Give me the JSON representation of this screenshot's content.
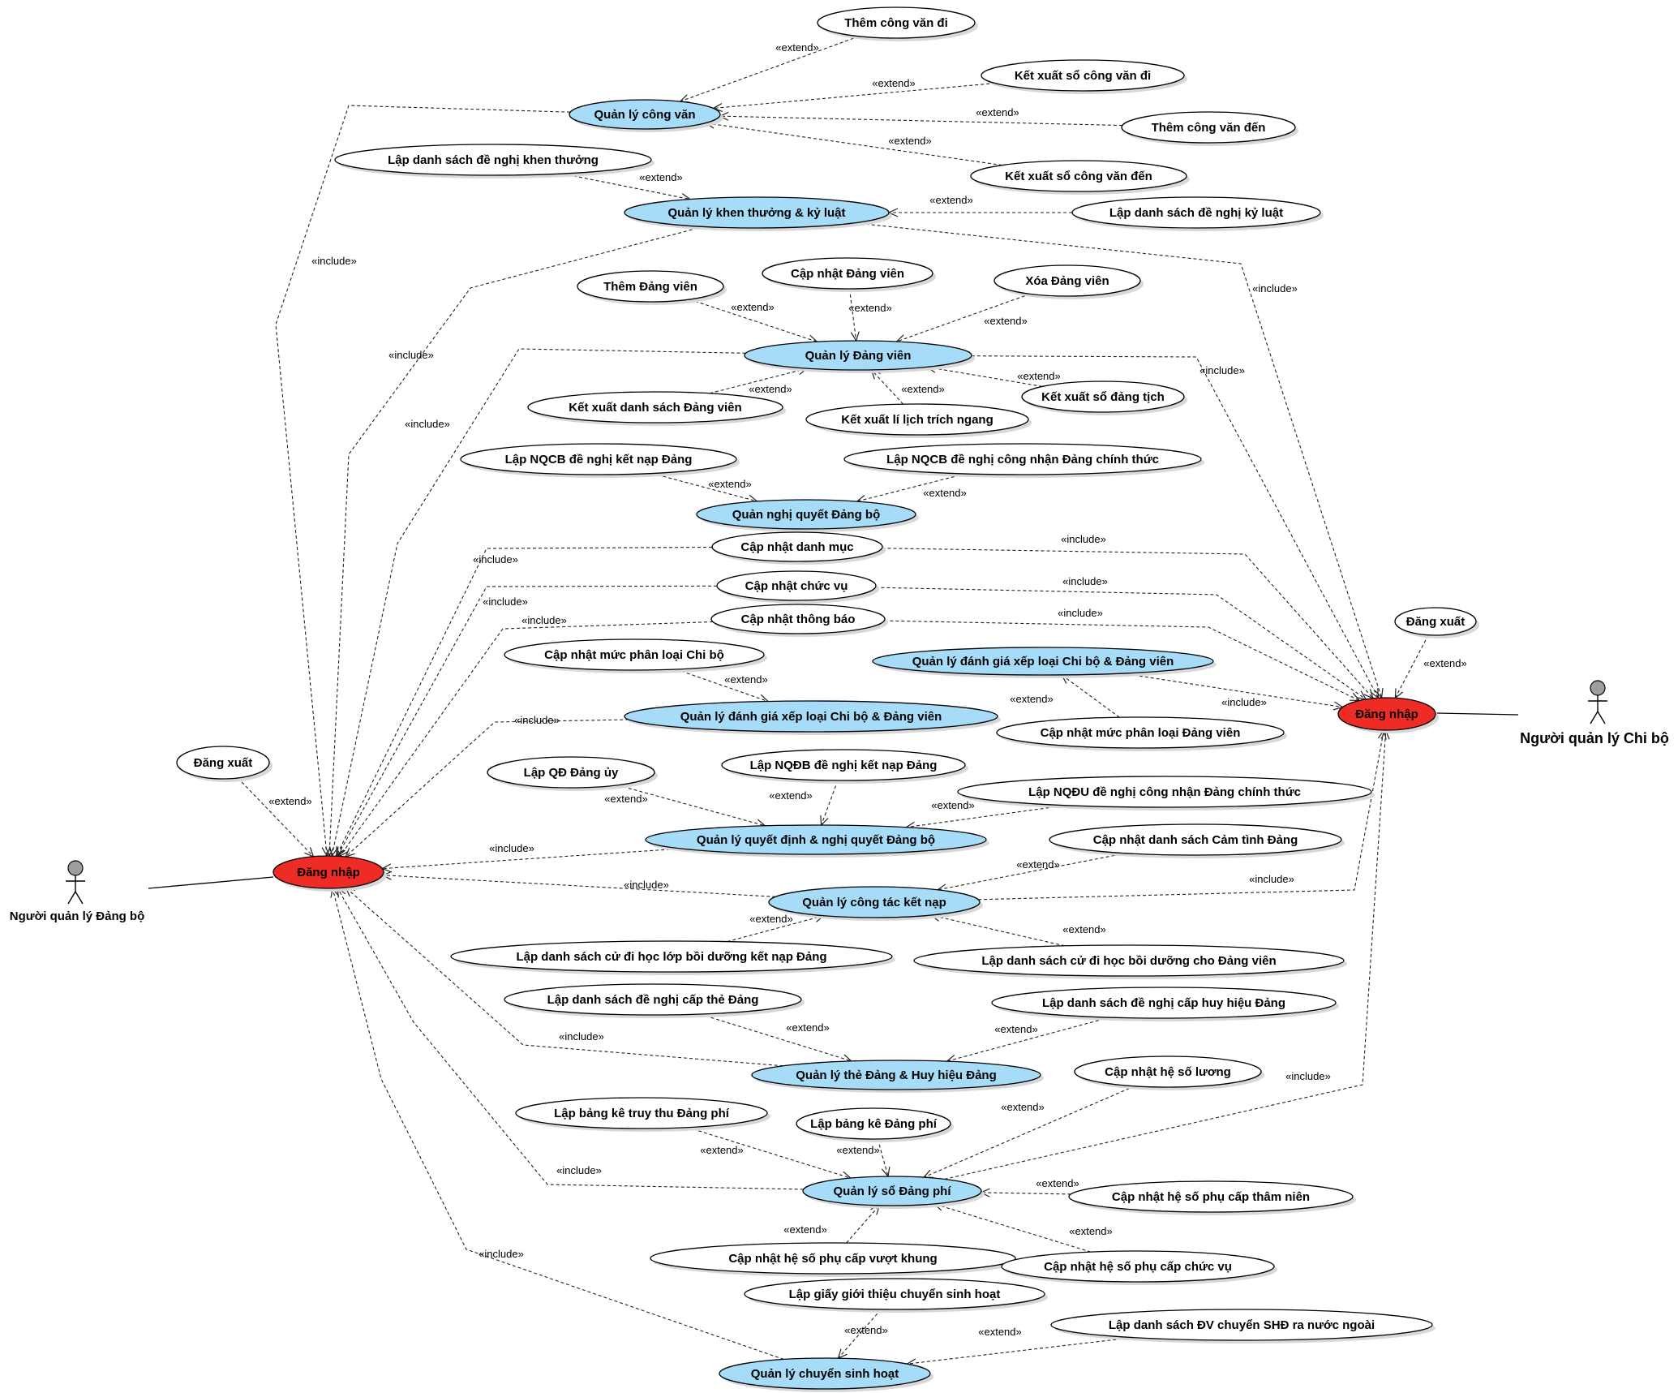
{
  "actors": {
    "left": {
      "name": "Người quản lý Đảng bộ"
    },
    "right": {
      "name": "Người quản lý Chi bộ"
    }
  },
  "stereotypes": {
    "include": "«include»",
    "extend": "«extend»"
  },
  "colors": {
    "main_usecase": "#a6dcf8",
    "login_usecase": "#ee2b24",
    "sub_usecase": "#ffffff"
  },
  "usecases": {
    "dangnhap_l": "Đăng nhập",
    "dangnhap_r": "Đăng nhập",
    "dangxuat_l": "Đăng xuất",
    "dangxuat_r": "Đăng xuất",
    "qlcv": "Quản lý công văn",
    "themcvdi": "Thêm công văn đi",
    "kxcvdi": "Kết xuất sổ công văn đi",
    "themcvden": "Thêm công văn đến",
    "kxcvden": "Kết xuất sổ công văn đến",
    "qlkt": "Quản lý  khen thưởng & kỷ luật",
    "ldskt": "Lập danh sách đề nghị khen thưởng",
    "ldskl": "Lập danh sách đề nghị kỷ luật",
    "qldv": "Quản lý Đảng viên",
    "themdv": "Thêm Đảng viên",
    "capnhatdv": "Cập nhật Đảng viên",
    "xoadv": "Xóa Đảng viên",
    "kxdsdv": "Kết xuất danh sách Đảng viên",
    "kxll": "Kết xuất lí lịch trích ngang",
    "kxsdt": "Kết xuất sổ đảng tịch",
    "qnq": "Quản nghị quyết Đảng bộ",
    "nqcbkn": "Lập NQCB đề nghị kết nạp Đảng",
    "nqcbcn": "Lập NQCB đề nghị công nhận Đảng chính thức",
    "cndm": "Cập nhật danh mục",
    "cncv": "Cập nhật chức vụ",
    "cntb": "Cập nhật thông báo",
    "qldg_r": "Quản lý đánh giá xếp loại Chi bộ & Đảng viên",
    "cnmplcb": "Cập nhật mức phân loại Chi bộ",
    "qldg_l": "Quản lý đánh giá xếp loại Chi bộ & Đảng viên",
    "cnmpldv": "Cập nhật mức phân loại Đảng viên",
    "lapqd": "Lập QĐ Đảng ủy",
    "nqdbkn": "Lập NQĐB đề nghị kết nạp Đảng",
    "nqducn": "Lập NQĐU đề nghị công nhận Đảng chính thức",
    "qlqd": "Quản lý quyết định & nghị quyết Đảng bộ",
    "cndsct": "Cập nhật danh sách Cảm tình Đảng",
    "qlkn": "Quản lý công tác kết nạp",
    "ldscd": "Lập danh sách cử đi học lớp bồi dưỡng kết nạp Đảng",
    "ldscddv": "Lập danh sách cử đi học bồi dưỡng cho Đảng viên",
    "ldstd": "Lập danh sách đề nghị cấp thẻ Đảng",
    "ldshh": "Lập danh sách đề nghị cấp huy hiệu Đảng",
    "qltd": "Quản lý thẻ Đảng & Huy hiệu Đảng",
    "cnhsl": "Cập nhật hệ số lương",
    "lbktt": "Lập bảng kê truy thu Đảng phí",
    "lbkdp": "Lập bảng kê Đảng phí",
    "qlsdp": "Quản lý sổ Đảng phí",
    "cnhstn": "Cập nhật hệ số phụ cấp thâm niên",
    "cnhsvk": "Cập nhật hệ số phụ cấp vượt khung",
    "cnhscv": "Cập nhật hệ số phụ cấp chức vụ",
    "lggt": "Lập giấy giới thiệu chuyển sinh hoạt",
    "ldsnn": "Lập danh sách ĐV chuyển SHĐ ra nước ngoài",
    "qlcsh": "Quản lý chuyển sinh hoạt"
  }
}
